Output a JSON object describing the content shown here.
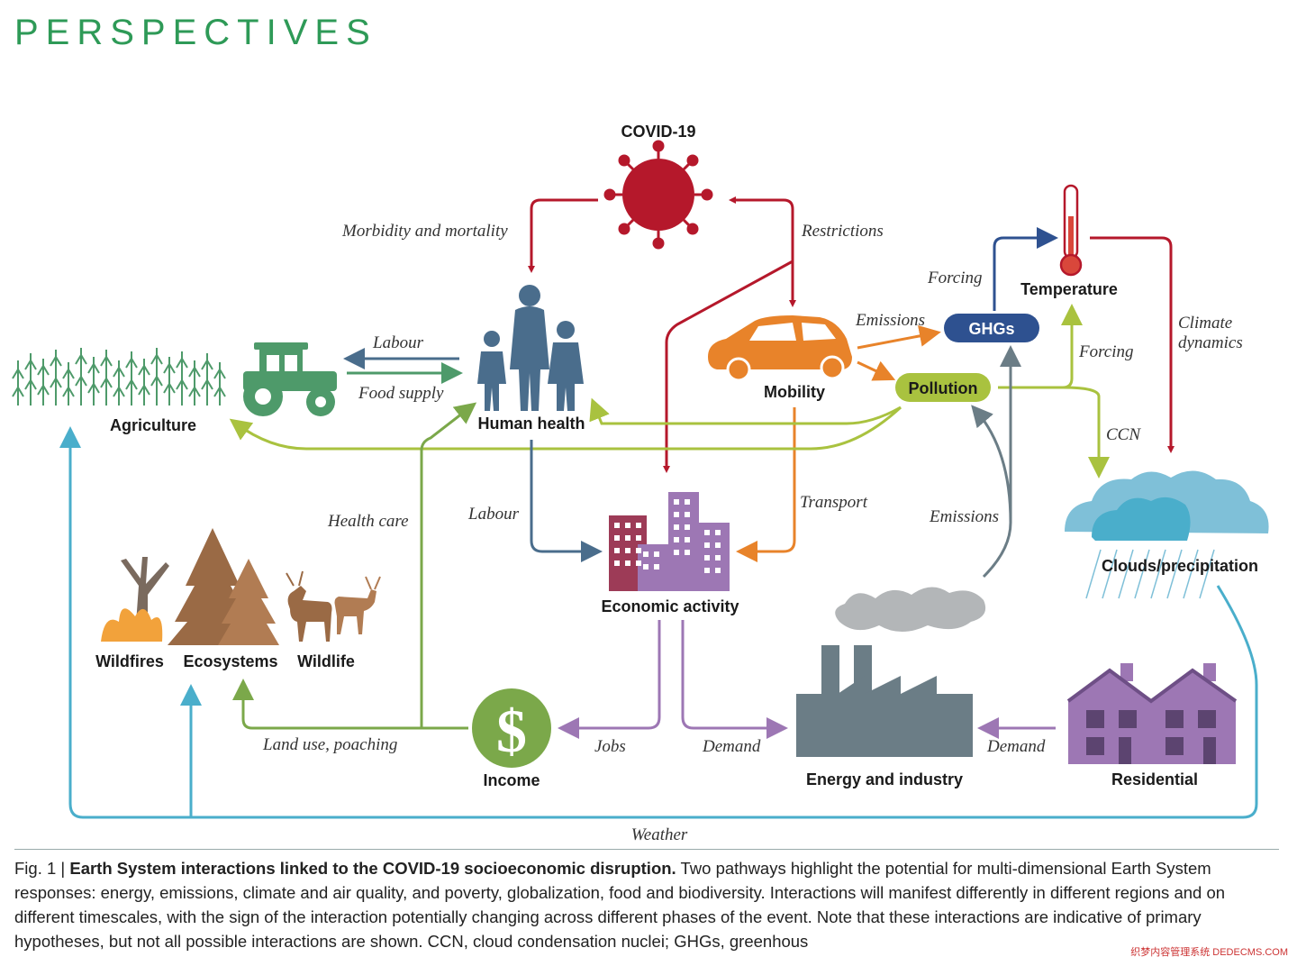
{
  "header": "PERSPECTIVES",
  "colors": {
    "covid_red": "#b5182b",
    "health_blue": "#4a6d8c",
    "agri_green": "#4e9a6a",
    "orange": "#e8832a",
    "pollution_green": "#a9c23f",
    "purple": "#9d77b4",
    "gray": "#6b7d86",
    "cyan": "#4aaecb",
    "brown": "#9a6a45",
    "income_green": "#7ba84a",
    "navy": "#2e5190"
  },
  "nodes": {
    "covid": "COVID-19",
    "human_health": "Human health",
    "agriculture": "Agriculture",
    "mobility": "Mobility",
    "ghgs": "GHGs",
    "pollution": "Pollution",
    "temperature": "Temperature",
    "clouds": "Clouds/precipitation",
    "economic": "Economic activity",
    "wildfires": "Wildfires",
    "ecosystems": "Ecosystems",
    "wildlife": "Wildlife",
    "income": "Income",
    "energy": "Energy and industry",
    "residential": "Residential"
  },
  "edges": {
    "morbidity": "Morbidity and mortality",
    "restrictions": "Restrictions",
    "labour_top": "Labour",
    "food_supply": "Food supply",
    "emissions_car": "Emissions",
    "forcing_ghg": "Forcing",
    "forcing_pollution": "Forcing",
    "climate_dynamics_1": "Climate",
    "climate_dynamics_2": "dynamics",
    "ccn": "CCN",
    "health_care": "Health care",
    "labour_econ": "Labour",
    "transport": "Transport",
    "emissions_industry": "Emissions",
    "land_use": "Land use, poaching",
    "jobs": "Jobs",
    "demand_econ": "Demand",
    "demand_res": "Demand",
    "weather": "Weather"
  },
  "caption": {
    "figno": "Fig. 1 |",
    "title": "Earth System interactions linked to the COVID-19 socioeconomic disruption.",
    "body": "Two pathways highlight the potential for multi-dimensional Earth System responses: energy, emissions, climate and air quality, and poverty, globalization, food and biodiversity. Interactions will manifest differently in different regions and on different timescales, with the sign of the interaction potentially changing across different phases of the event. Note that these interactions are indicative of primary hypotheses, but not all possible interactions are shown. CCN, cloud condensation nuclei; GHGs, greenhous"
  },
  "watermark": "织梦内容管理系统 DEDECMS.COM"
}
